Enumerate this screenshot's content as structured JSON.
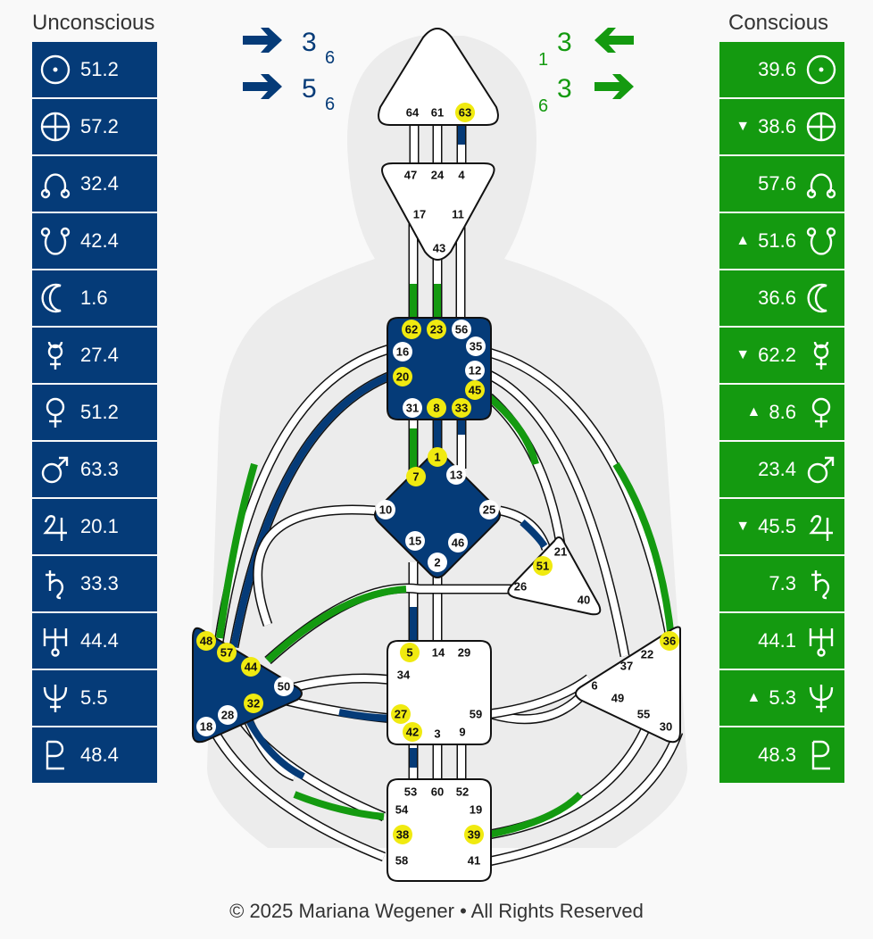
{
  "unconscious": {
    "title": "Unconscious",
    "rows": [
      {
        "planet": "sun-icon",
        "value": "51.2"
      },
      {
        "planet": "earth-icon",
        "value": "57.2"
      },
      {
        "planet": "north-node-icon",
        "value": "32.4"
      },
      {
        "planet": "south-node-icon",
        "value": "42.4"
      },
      {
        "planet": "moon-icon",
        "value": "1.6"
      },
      {
        "planet": "mercury-icon",
        "value": "27.4"
      },
      {
        "planet": "venus-icon",
        "value": "51.2"
      },
      {
        "planet": "mars-icon",
        "value": "63.3"
      },
      {
        "planet": "jupiter-icon",
        "value": "20.1"
      },
      {
        "planet": "saturn-icon",
        "value": "33.3"
      },
      {
        "planet": "uranus-icon",
        "value": "44.4"
      },
      {
        "planet": "neptune-icon",
        "value": "5.5"
      },
      {
        "planet": "pluto-icon",
        "value": "48.4"
      }
    ]
  },
  "conscious": {
    "title": "Conscious",
    "rows": [
      {
        "planet": "sun-icon",
        "value": "39.6",
        "mark": ""
      },
      {
        "planet": "earth-icon",
        "value": "38.6",
        "mark": "▼"
      },
      {
        "planet": "north-node-icon",
        "value": "57.6",
        "mark": ""
      },
      {
        "planet": "south-node-icon",
        "value": "51.6",
        "mark": "▲"
      },
      {
        "planet": "moon-icon",
        "value": "36.6",
        "mark": ""
      },
      {
        "planet": "mercury-icon",
        "value": "62.2",
        "mark": "▼"
      },
      {
        "planet": "venus-icon",
        "value": "8.6",
        "mark": "▲"
      },
      {
        "planet": "mars-icon",
        "value": "23.4",
        "mark": ""
      },
      {
        "planet": "jupiter-icon",
        "value": "45.5",
        "mark": "▼"
      },
      {
        "planet": "saturn-icon",
        "value": "7.3",
        "mark": ""
      },
      {
        "planet": "uranus-icon",
        "value": "44.1",
        "mark": ""
      },
      {
        "planet": "neptune-icon",
        "value": "5.3",
        "mark": "▲"
      },
      {
        "planet": "pluto-icon",
        "value": "48.3",
        "mark": ""
      }
    ]
  },
  "arrows": {
    "left_top": {
      "num": "3",
      "sub": "6"
    },
    "left_bottom": {
      "num": "5",
      "sub": "6"
    },
    "right_top": {
      "num": "3",
      "sub": "1"
    },
    "right_bottom": {
      "num": "3",
      "sub": "6"
    }
  },
  "colors": {
    "unconscious": "#053b78",
    "conscious": "#149a10",
    "highlight": "#f0ea10",
    "defined_center": "#053b78"
  },
  "gates": {
    "head": [
      "64",
      "61",
      "63"
    ],
    "ajna": [
      "47",
      "24",
      "4",
      "17",
      "11",
      "43"
    ],
    "throat": [
      "62",
      "23",
      "56",
      "35",
      "16",
      "12",
      "20",
      "45",
      "31",
      "8",
      "33"
    ],
    "g": [
      "1",
      "7",
      "13",
      "10",
      "25",
      "15",
      "46",
      "2"
    ],
    "heart": [
      "21",
      "51",
      "26",
      "40"
    ],
    "spleen": [
      "48",
      "57",
      "44",
      "50",
      "32",
      "28",
      "18"
    ],
    "sacral": [
      "5",
      "14",
      "29",
      "34",
      "27",
      "59",
      "42",
      "3",
      "9"
    ],
    "solar": [
      "36",
      "37",
      "22",
      "6",
      "49",
      "55",
      "30"
    ],
    "root": [
      "53",
      "60",
      "52",
      "54",
      "19",
      "38",
      "39",
      "58",
      "41"
    ]
  },
  "footer": "© 2025 Mariana Wegener • All Rights Reserved"
}
